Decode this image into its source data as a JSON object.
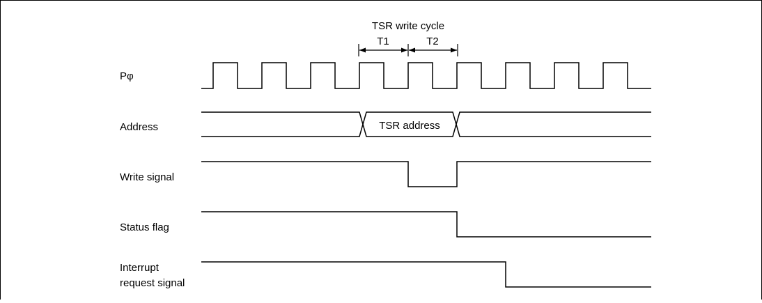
{
  "header": {
    "cycle_label": "TSR write cycle",
    "states": [
      "T1",
      "T2"
    ]
  },
  "signals": [
    {
      "key": "clock",
      "lines": [
        "Pφ"
      ]
    },
    {
      "key": "address",
      "lines": [
        "Address"
      ]
    },
    {
      "key": "write",
      "lines": [
        "Write signal"
      ]
    },
    {
      "key": "status",
      "lines": [
        "Status flag"
      ]
    },
    {
      "key": "interrupt",
      "lines": [
        "Interrupt",
        "request signal"
      ]
    }
  ],
  "address_bus": {
    "label": "TSR address"
  },
  "colors": {
    "ink": "#000000",
    "frame": "#000000",
    "background": "#ffffff"
  }
}
